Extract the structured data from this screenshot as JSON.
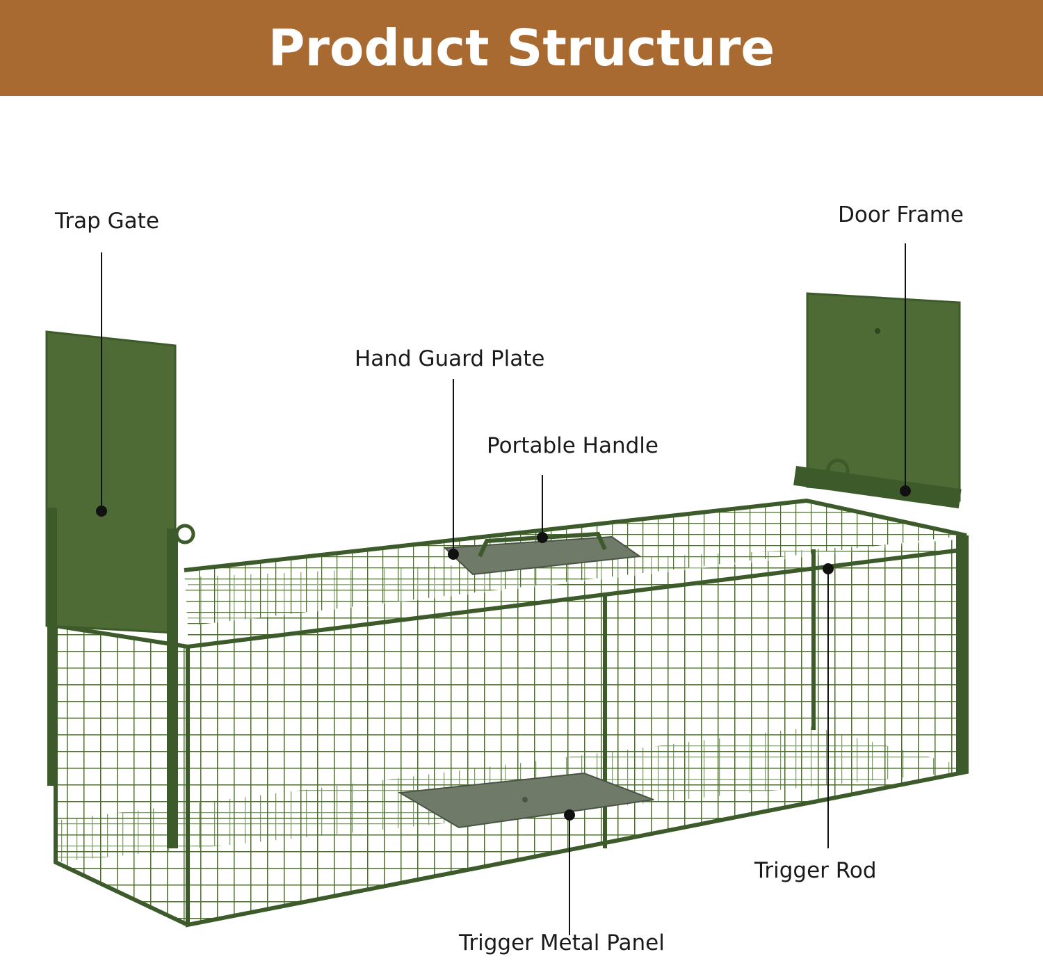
{
  "title": "Product Structure",
  "colors": {
    "banner": "#a86a30",
    "cage_green": "#4e6a35",
    "cage_dark": "#3d5a2a",
    "plate_grey": "#6f7a68",
    "leader": "#111111"
  },
  "labels": {
    "trap_gate": "Trap Gate",
    "door_frame": "Door Frame",
    "hand_guard_plate": "Hand Guard Plate",
    "portable_handle": "Portable Handle",
    "trigger_rod": "Trigger Rod",
    "trigger_metal_panel": "Trigger Metal Panel"
  }
}
